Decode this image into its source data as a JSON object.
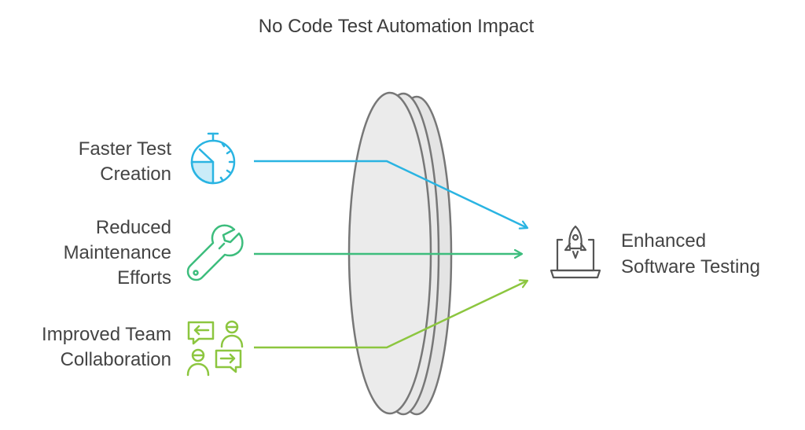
{
  "title": "No Code Test Automation Impact",
  "inputs": [
    {
      "lines": [
        "Faster Test",
        "Creation"
      ],
      "icon": "stopwatch-icon",
      "color": "#2ab4e2"
    },
    {
      "lines": [
        "Reduced",
        "Maintenance",
        "Efforts"
      ],
      "icon": "wrench-icon",
      "color": "#3dbd7d"
    },
    {
      "lines": [
        "Improved Team",
        "Collaboration"
      ],
      "icon": "team-chat-icon",
      "color": "#8cc63f"
    }
  ],
  "output": {
    "lines": [
      "Enhanced",
      "Software Testing"
    ],
    "icon": "laptop-rocket-icon",
    "color": "#555555"
  },
  "lens": {
    "fill": "#e9e9e9",
    "stroke": "#777777"
  }
}
